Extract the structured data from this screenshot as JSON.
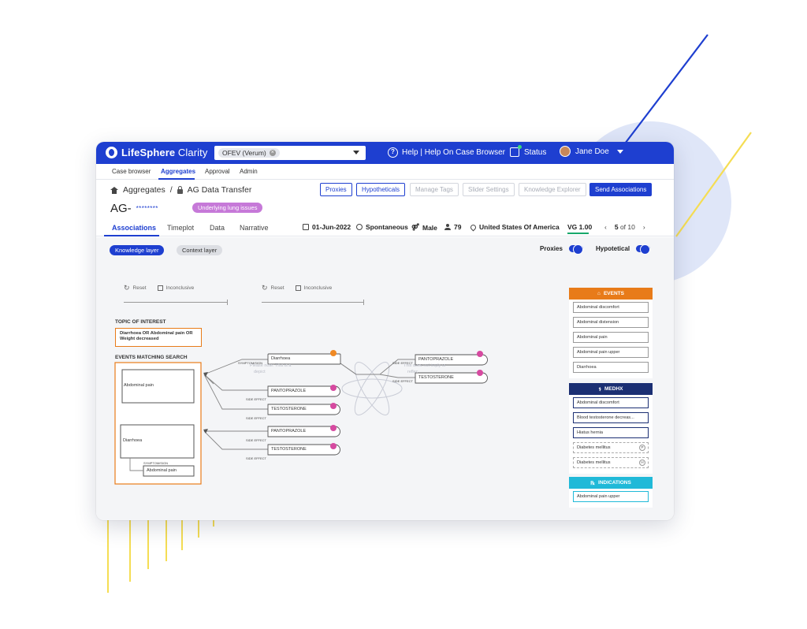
{
  "app": {
    "brand_part1": "LifeSphere",
    "brand_part2": " Clarity",
    "product_chip": "OFEV (Verum)",
    "help_label": "Help | Help On Case Browser",
    "status_label": "Status",
    "user_name": "Jane Doe",
    "accent_color": "#1e3fd0"
  },
  "nav": {
    "items": [
      "Case browser",
      "Aggregates",
      "Approval",
      "Admin"
    ],
    "active": "Aggregates"
  },
  "breadcrumb": {
    "root": "Aggregates",
    "separator": "/",
    "current": "AG Data Transfer"
  },
  "toolbar": {
    "proxies": "Proxies",
    "hypotheticals": "Hypotheticals",
    "manage_tags": "Manage Tags",
    "slider_settings": "Slider Settings",
    "knowledge_explorer": "Knowledge Explorer",
    "send_associations": "Send Associations"
  },
  "case": {
    "id": "AG-",
    "masked": "********",
    "tag": "Underlying lung issues",
    "tag_color": "#c679d8"
  },
  "tabs": [
    "Associations",
    "Timeplot",
    "Data",
    "Narrative"
  ],
  "meta": {
    "date": "01-Jun-2022",
    "report_type": "Spontaneous",
    "sex": "Male",
    "age": "79",
    "country": "United States Of America",
    "vg": "VG 1.00",
    "page_current": "5",
    "page_total": "of 10"
  },
  "layers": {
    "knowledge": "Knowledge layer",
    "context": "Context layer"
  },
  "toggles": {
    "proxies": "Proxies",
    "hypotetical": "Hypotetical"
  },
  "controls": {
    "reset": "Reset",
    "inconclusive": "Inconclusive"
  },
  "graph": {
    "topic_title": "TOPIC OF INTEREST",
    "topic_text": "Diarrhoea OR Abdominal pain OR Weight decreased",
    "events_title": "EVENTS MATCHING SEARCH",
    "event1": "Abdominal pain",
    "event2": "Diarrhoea",
    "sub_event": "Abdominal pain",
    "node_diarrhoea": "Diarrhoea",
    "node_panto1": "PANTOPRAZOLE",
    "node_testo1": "TESTOSTERONE",
    "node_panto2": "PANTOPRAZOLE",
    "node_testo2": "TESTOSTERONE",
    "node_panto_r": "PANTOPRAZOLE",
    "node_testo_r": "TESTOSTERONE",
    "rel_symptom": "SYMPTOM/SIGN",
    "rel_side": "SIDE EFFECT",
    "ghost1": "Please note: This is a",
    "ghost2": "depict",
    "ghost3": "This does not imply or",
    "ghost4": "reflec"
  },
  "panel": {
    "events_title": "EVENTS",
    "events_color": "#e87b19",
    "events": [
      "Abdominal discomfort",
      "Abdominal distension",
      "Abdominal pain",
      "Abdominal pain upper",
      "Diarrhoea"
    ],
    "medhx_title": "MEDHX",
    "medhx_color": "#1b2f73",
    "medhx": [
      "Abdominal discomfort",
      "Blood testosterone decreas...",
      "Hiatus hernia"
    ],
    "medhx_dashed": [
      {
        "label": "Diabetes mellitus",
        "badge": "P"
      },
      {
        "label": "Diabetes mellitus",
        "badge": "H"
      }
    ],
    "indications_title": "INDICATIONS",
    "indications_color": "#20b9d8",
    "indications": [
      "Abdominal pain upper"
    ]
  }
}
